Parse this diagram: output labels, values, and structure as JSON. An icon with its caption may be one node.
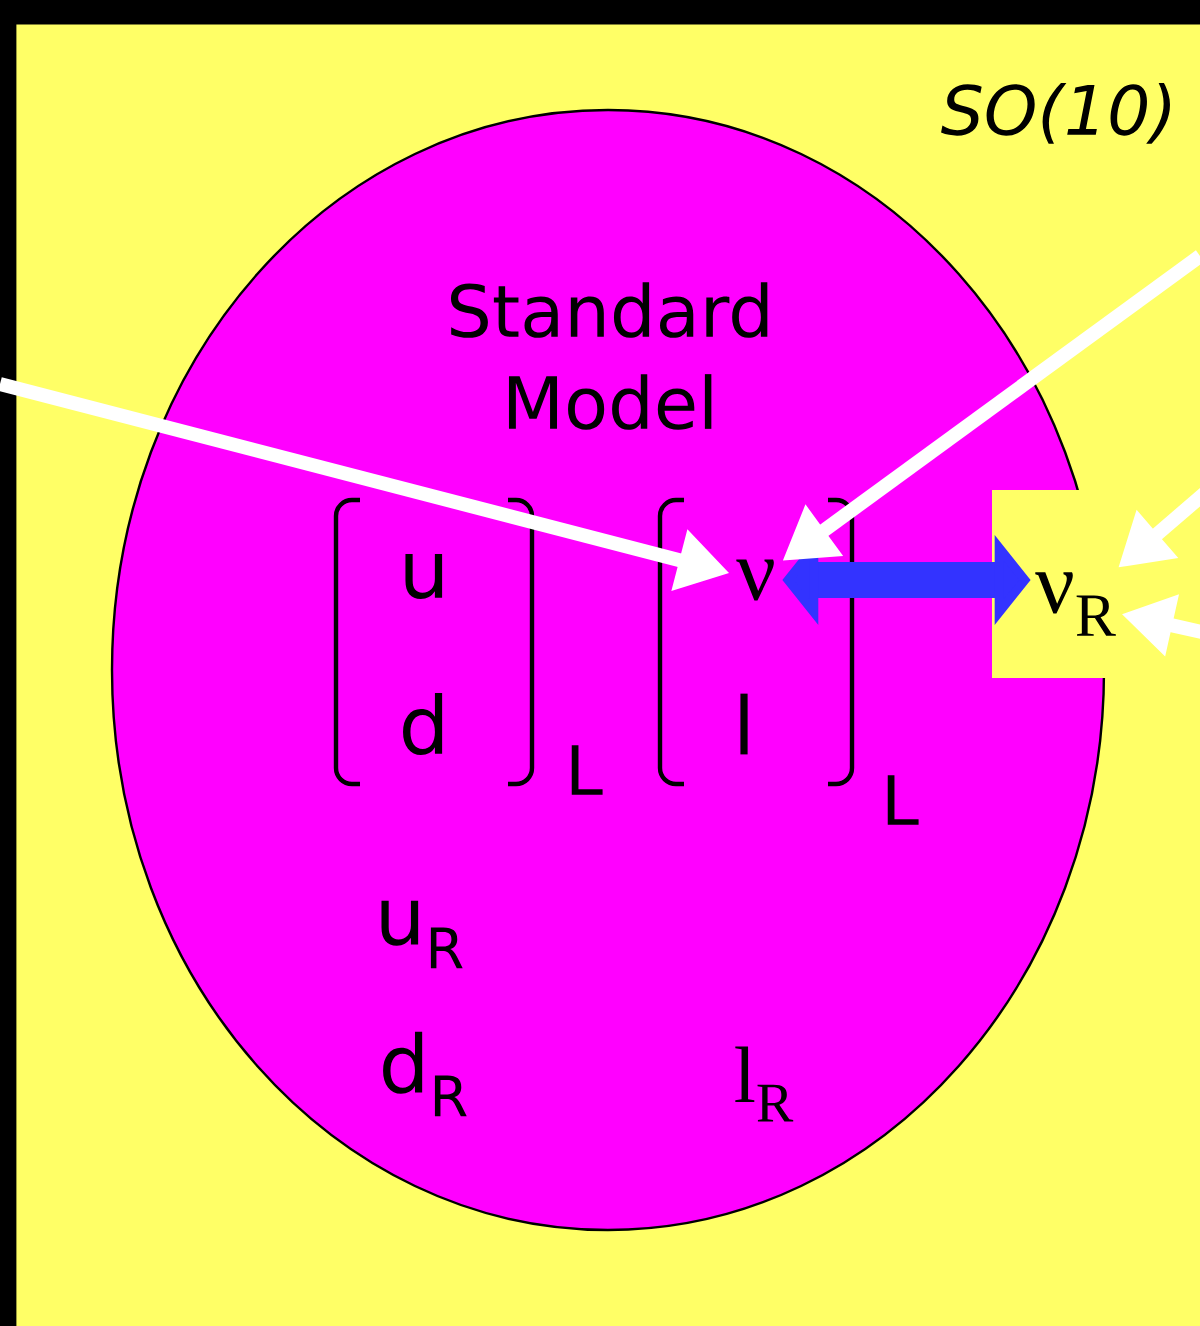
{
  "diagram": {
    "nodes": [
      {
        "text": [
          "SO(10)"
        ]
      },
      {
        "text": [
          "Standard Model"
        ],
        "in": 0
      },
      {
        "text": [
          "ν"
        ],
        "in": 1
      },
      {
        "text": [
          "ν$_{R}$"
        ],
        "in": 0
      }
    ],
    "edges": [
      {
        "from": 2,
        "to": 3,
        "arrow": "both",
        "style": "thick",
        "color": "#3333ff"
      },
      {
        "from": null,
        "to": 2,
        "arrow": "to"
      },
      {
        "from": null,
        "to": 2,
        "arrow": "to"
      },
      {
        "from": null,
        "to": 3,
        "arrow": "to"
      },
      {
        "from": null,
        "to": 3,
        "arrow": "to"
      }
    ],
    "labels": [
      "u",
      "d",
      "L",
      "l",
      "L",
      "u$_{R}$",
      "d$_{R}$",
      "l$_{R}$"
    ]
  }
}
